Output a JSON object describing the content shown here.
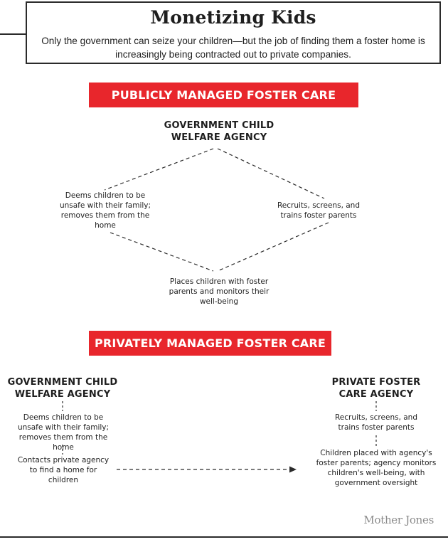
{
  "header": {
    "title": "Monetizing Kids",
    "subtitle": "Only the government can seize your children—but the job of finding them a foster home is increasingly being contracted out to private companies."
  },
  "public_section": {
    "banner": "PUBLICLY MANAGED FOSTER CARE",
    "agency": "GOVERNMENT CHILD WELFARE AGENCY",
    "left_step": "Deems children to be unsafe with their family; removes them from the home",
    "right_step": "Recruits, screens, and trains foster parents",
    "bottom_step": "Places children with foster parents and monitors their well-being"
  },
  "private_section": {
    "banner": "PRIVATELY MANAGED FOSTER CARE",
    "gov_agency": "GOVERNMENT CHILD WELFARE AGENCY",
    "gov_step_1": "Deems children to be unsafe with their family; removes them from the home",
    "gov_step_2": "Contacts private agency to find a home for children",
    "private_agency": "PRIVATE FOSTER CARE AGENCY",
    "private_step_1": "Recruits, screens, and trains foster parents",
    "private_step_2": "Children placed with agency's foster parents; agency monitors children's well-being, with government oversight"
  },
  "credit": {
    "logo": "Mother Jones"
  }
}
